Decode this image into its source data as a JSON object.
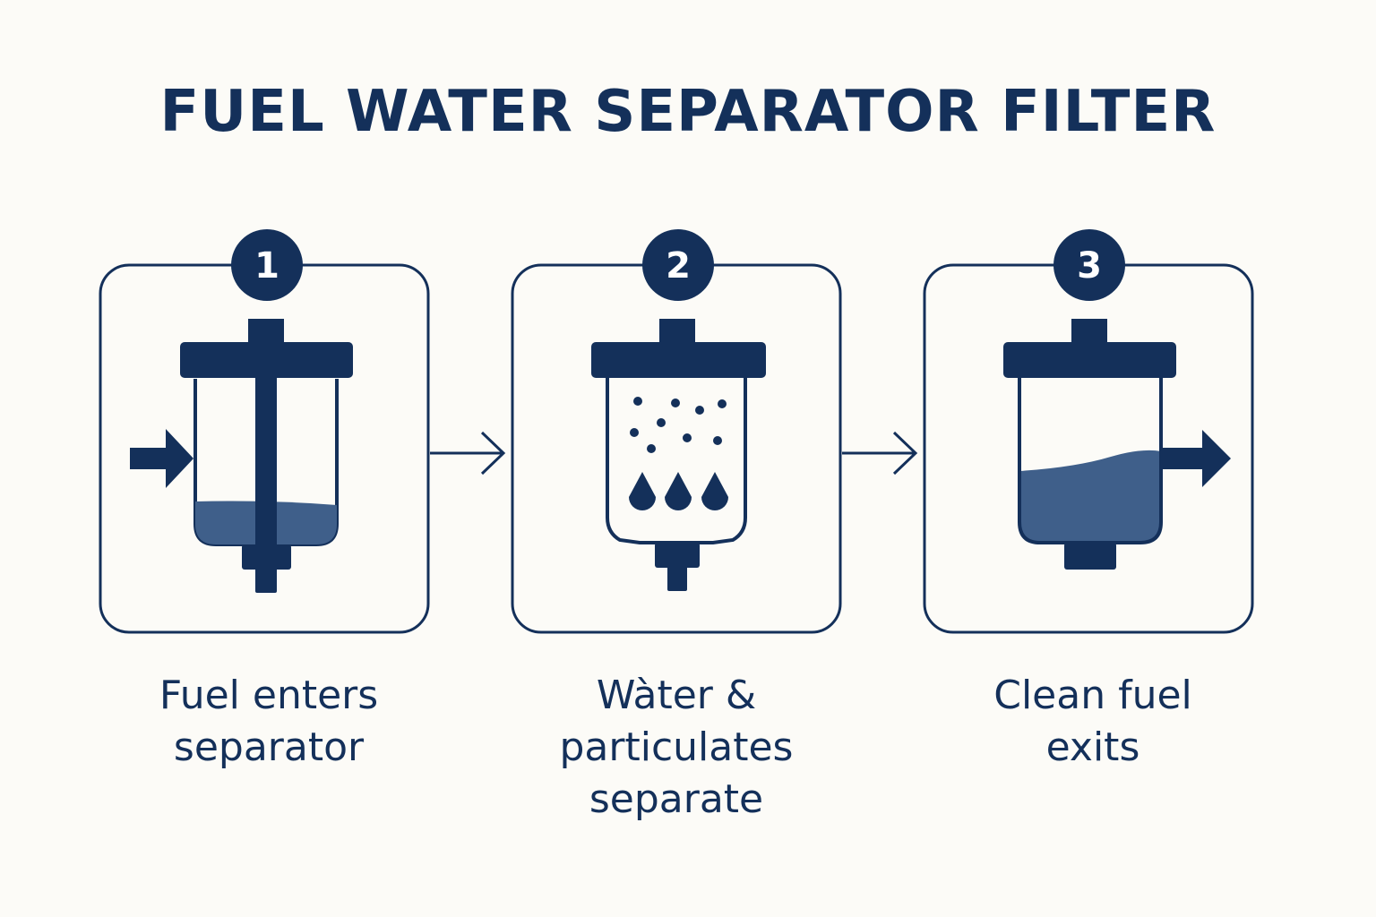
{
  "title": "FUEL WATER SEPARATOR FILTER",
  "steps": [
    {
      "number": "1",
      "caption_lines": [
        "Fuel enters",
        "separator"
      ]
    },
    {
      "number": "2",
      "caption_lines": [
        "Wàter &",
        "particulates",
        "separate"
      ]
    },
    {
      "number": "3",
      "caption_lines": [
        "Clean fuel",
        "exits"
      ]
    }
  ],
  "colors": {
    "navy": "#14305a",
    "fluid": "#3f5f8a",
    "background": "#fcfbf7"
  },
  "icons": [
    "arrow-right-icon",
    "filter-icon",
    "water-drop-icon"
  ]
}
